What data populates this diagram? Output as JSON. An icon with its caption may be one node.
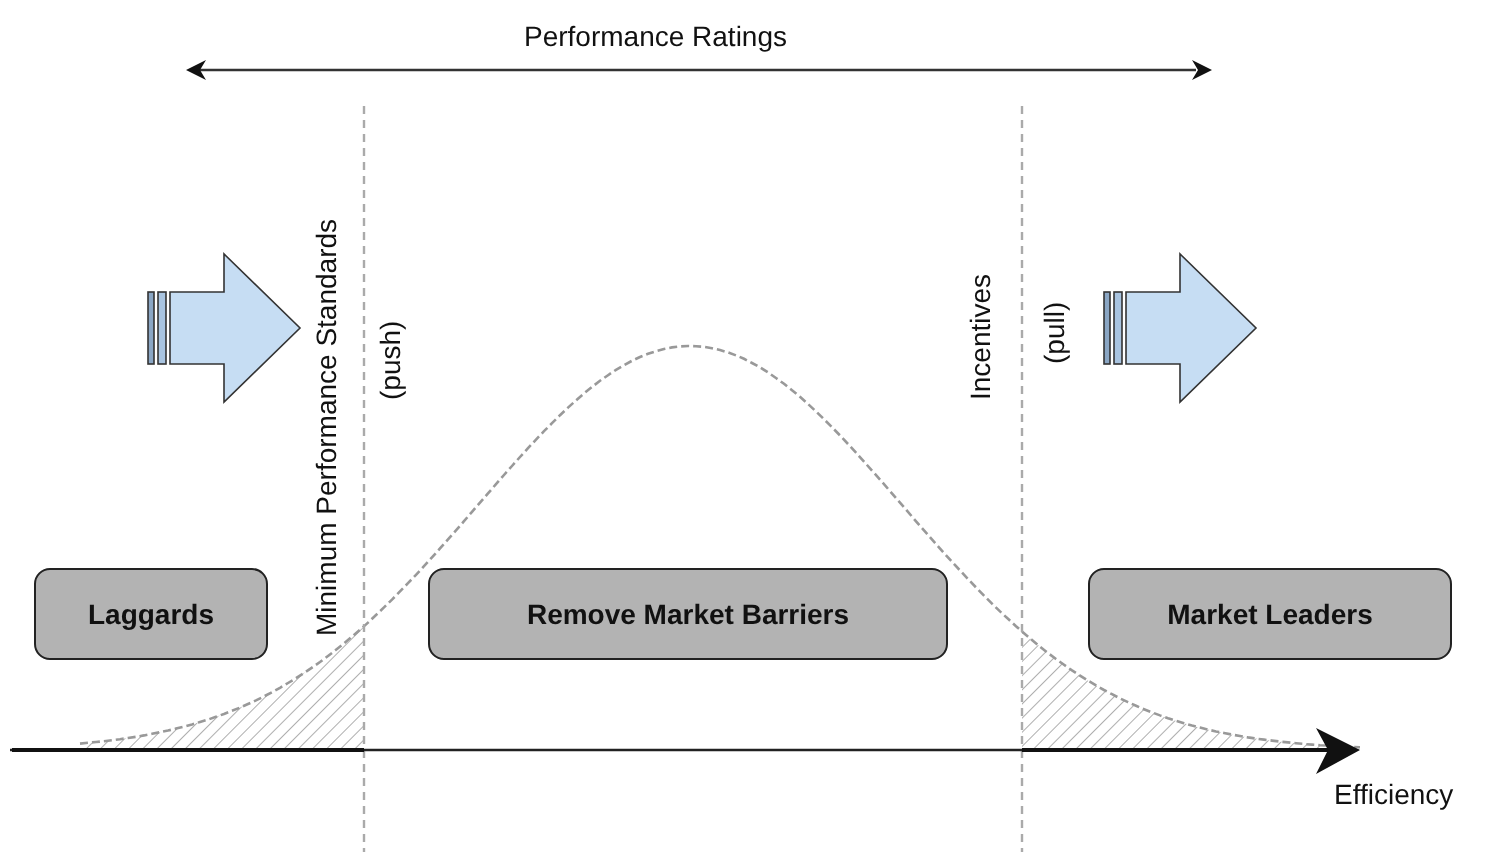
{
  "diagram": {
    "nodes": [
      {
        "text": [
          "Laggards"
        ]
      },
      {
        "text": [
          "Remove Market Barriers"
        ]
      },
      {
        "text": [
          "Market Leaders"
        ]
      }
    ],
    "labels": [
      "Performance Ratings",
      "Minimum Performance Standards",
      "(push)",
      "Incentives",
      "(pull)",
      "Efficiency"
    ]
  }
}
